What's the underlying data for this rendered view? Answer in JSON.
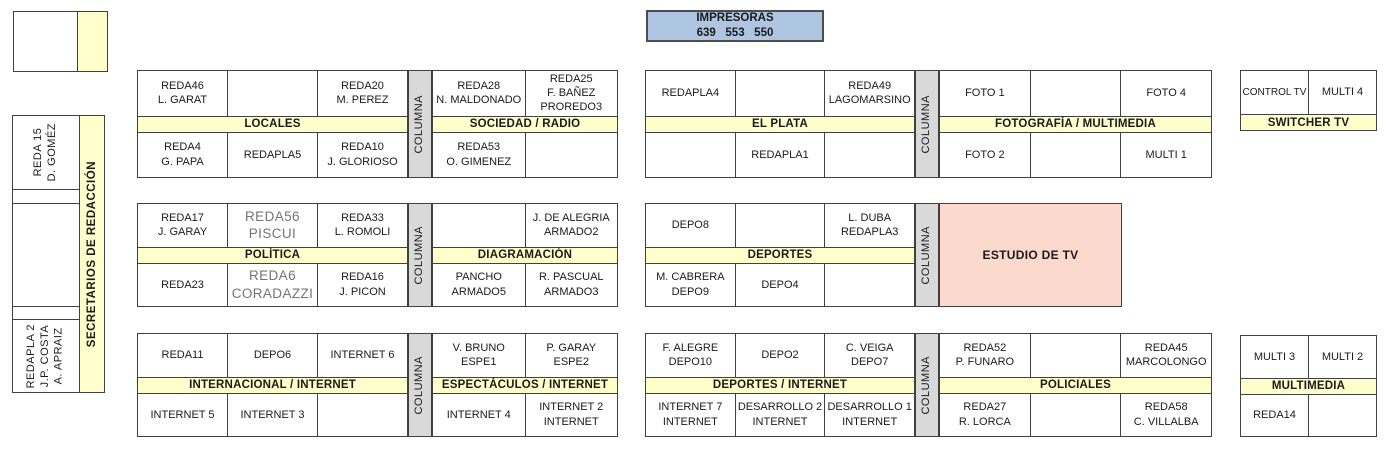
{
  "colors": {
    "band_yellow": "#ffffcc",
    "column_gray": "#d9d9d9",
    "printers_blue": "#aec6e2",
    "estudio_pink": "#fcd9cd",
    "border": "#404040"
  },
  "labels": {
    "columna": "COLUMNA",
    "estudio": "ESTUDIO DE TV"
  },
  "printers": {
    "title": "IMPRESORAS",
    "numbers": "639   553   550"
  },
  "secretarios": {
    "strip": "SECRETARIOS DE REDACCIÓN",
    "desk_top": "REDA 15\nD. GOMÉZ",
    "desk_bottom": "REDAPLA 2\nJ.P. COSTA\nA. APRAIZ"
  },
  "blocks": {
    "locales": {
      "band": "LOCALES",
      "top": [
        "REDA46\nL. GARAT",
        "",
        "REDA20\nM. PEREZ"
      ],
      "bottom": [
        "REDA4\nG. PAPA",
        "REDAPLA5",
        "REDA10\nJ. GLORIOSO"
      ]
    },
    "sociedad": {
      "band": "SOCIEDAD / RADIO",
      "top": [
        "REDA28\nN. MALDONADO",
        "REDA25\nF. BAÑEZ\nPROREDO3"
      ],
      "bottom": [
        "REDA53\nO. GIMENEZ",
        ""
      ]
    },
    "elplata": {
      "band": "EL PLATA",
      "top": [
        "REDAPLA4",
        "",
        "REDA49\nLAGOMARSINO"
      ],
      "bottom": [
        "",
        "REDAPLA1",
        ""
      ]
    },
    "foto": {
      "band": "FOTOGRAFÍA / MULTIMEDIA",
      "top": [
        "FOTO 1",
        "",
        "FOTO 4"
      ],
      "bottom": [
        "FOTO 2",
        "",
        "MULTI 1"
      ]
    },
    "switcher": {
      "band": "SWITCHER TV",
      "top": [
        "CONTROL TV",
        "MULTI 4"
      ]
    },
    "politica": {
      "band": "POLÍTICA",
      "top": [
        "REDA17\nJ. GARAY",
        "REDA56\nPISCUI",
        "REDA33\nL. ROMOLI"
      ],
      "bottom": [
        "REDA23",
        "REDA6\nCORADAZZI",
        "REDA16\nJ. PICON"
      ]
    },
    "diagramacion": {
      "band": "DIAGRAMACIÓN",
      "top": [
        "",
        "J. DE ALEGRIA\nARMADO2"
      ],
      "bottom": [
        "PANCHO\nARMADO5",
        "R. PASCUAL\nARMADO3"
      ]
    },
    "deportes": {
      "band": "DEPORTES",
      "top": [
        "DEPO8",
        "",
        "L. DUBA\nREDAPLA3"
      ],
      "bottom": [
        "M. CABRERA\nDEPO9",
        "DEPO4",
        ""
      ]
    },
    "internacional": {
      "band": "INTERNACIONAL / INTERNET",
      "top": [
        "REDA11",
        "DEPO6",
        "INTERNET 6"
      ],
      "bottom": [
        "INTERNET 5",
        "INTERNET 3",
        ""
      ]
    },
    "espectaculos": {
      "band": "ESPECTÁCULOS / INTERNET",
      "top": [
        "V. BRUNO\nESPE1",
        "P. GARAY\nESPE2"
      ],
      "bottom": [
        "INTERNET 4",
        "INTERNET 2\nINTERNET"
      ]
    },
    "deportes_internet": {
      "band": "DEPORTES / INTERNET",
      "top": [
        "F. ALEGRE\nDEPO10",
        "DEPO2",
        "C. VEIGA\nDEPO7"
      ],
      "bottom": [
        "INTERNET 7\nINTERNET",
        "DESARROLLO 2\nINTERNET",
        "DESARROLLO 1\nINTERNET"
      ]
    },
    "policiales": {
      "band": "POLICIALES",
      "top": [
        "REDA52\nP. FUNARO",
        "",
        "REDA45\nMARCOLONGO"
      ],
      "bottom": [
        "REDA27\nR. LORCA",
        "",
        "REDA58\nC. VILLALBA"
      ]
    },
    "multimedia": {
      "band": "MULTIMEDIA",
      "top": [
        "MULTI 3",
        "MULTI 2"
      ],
      "bottom": [
        "REDA14",
        ""
      ]
    }
  }
}
